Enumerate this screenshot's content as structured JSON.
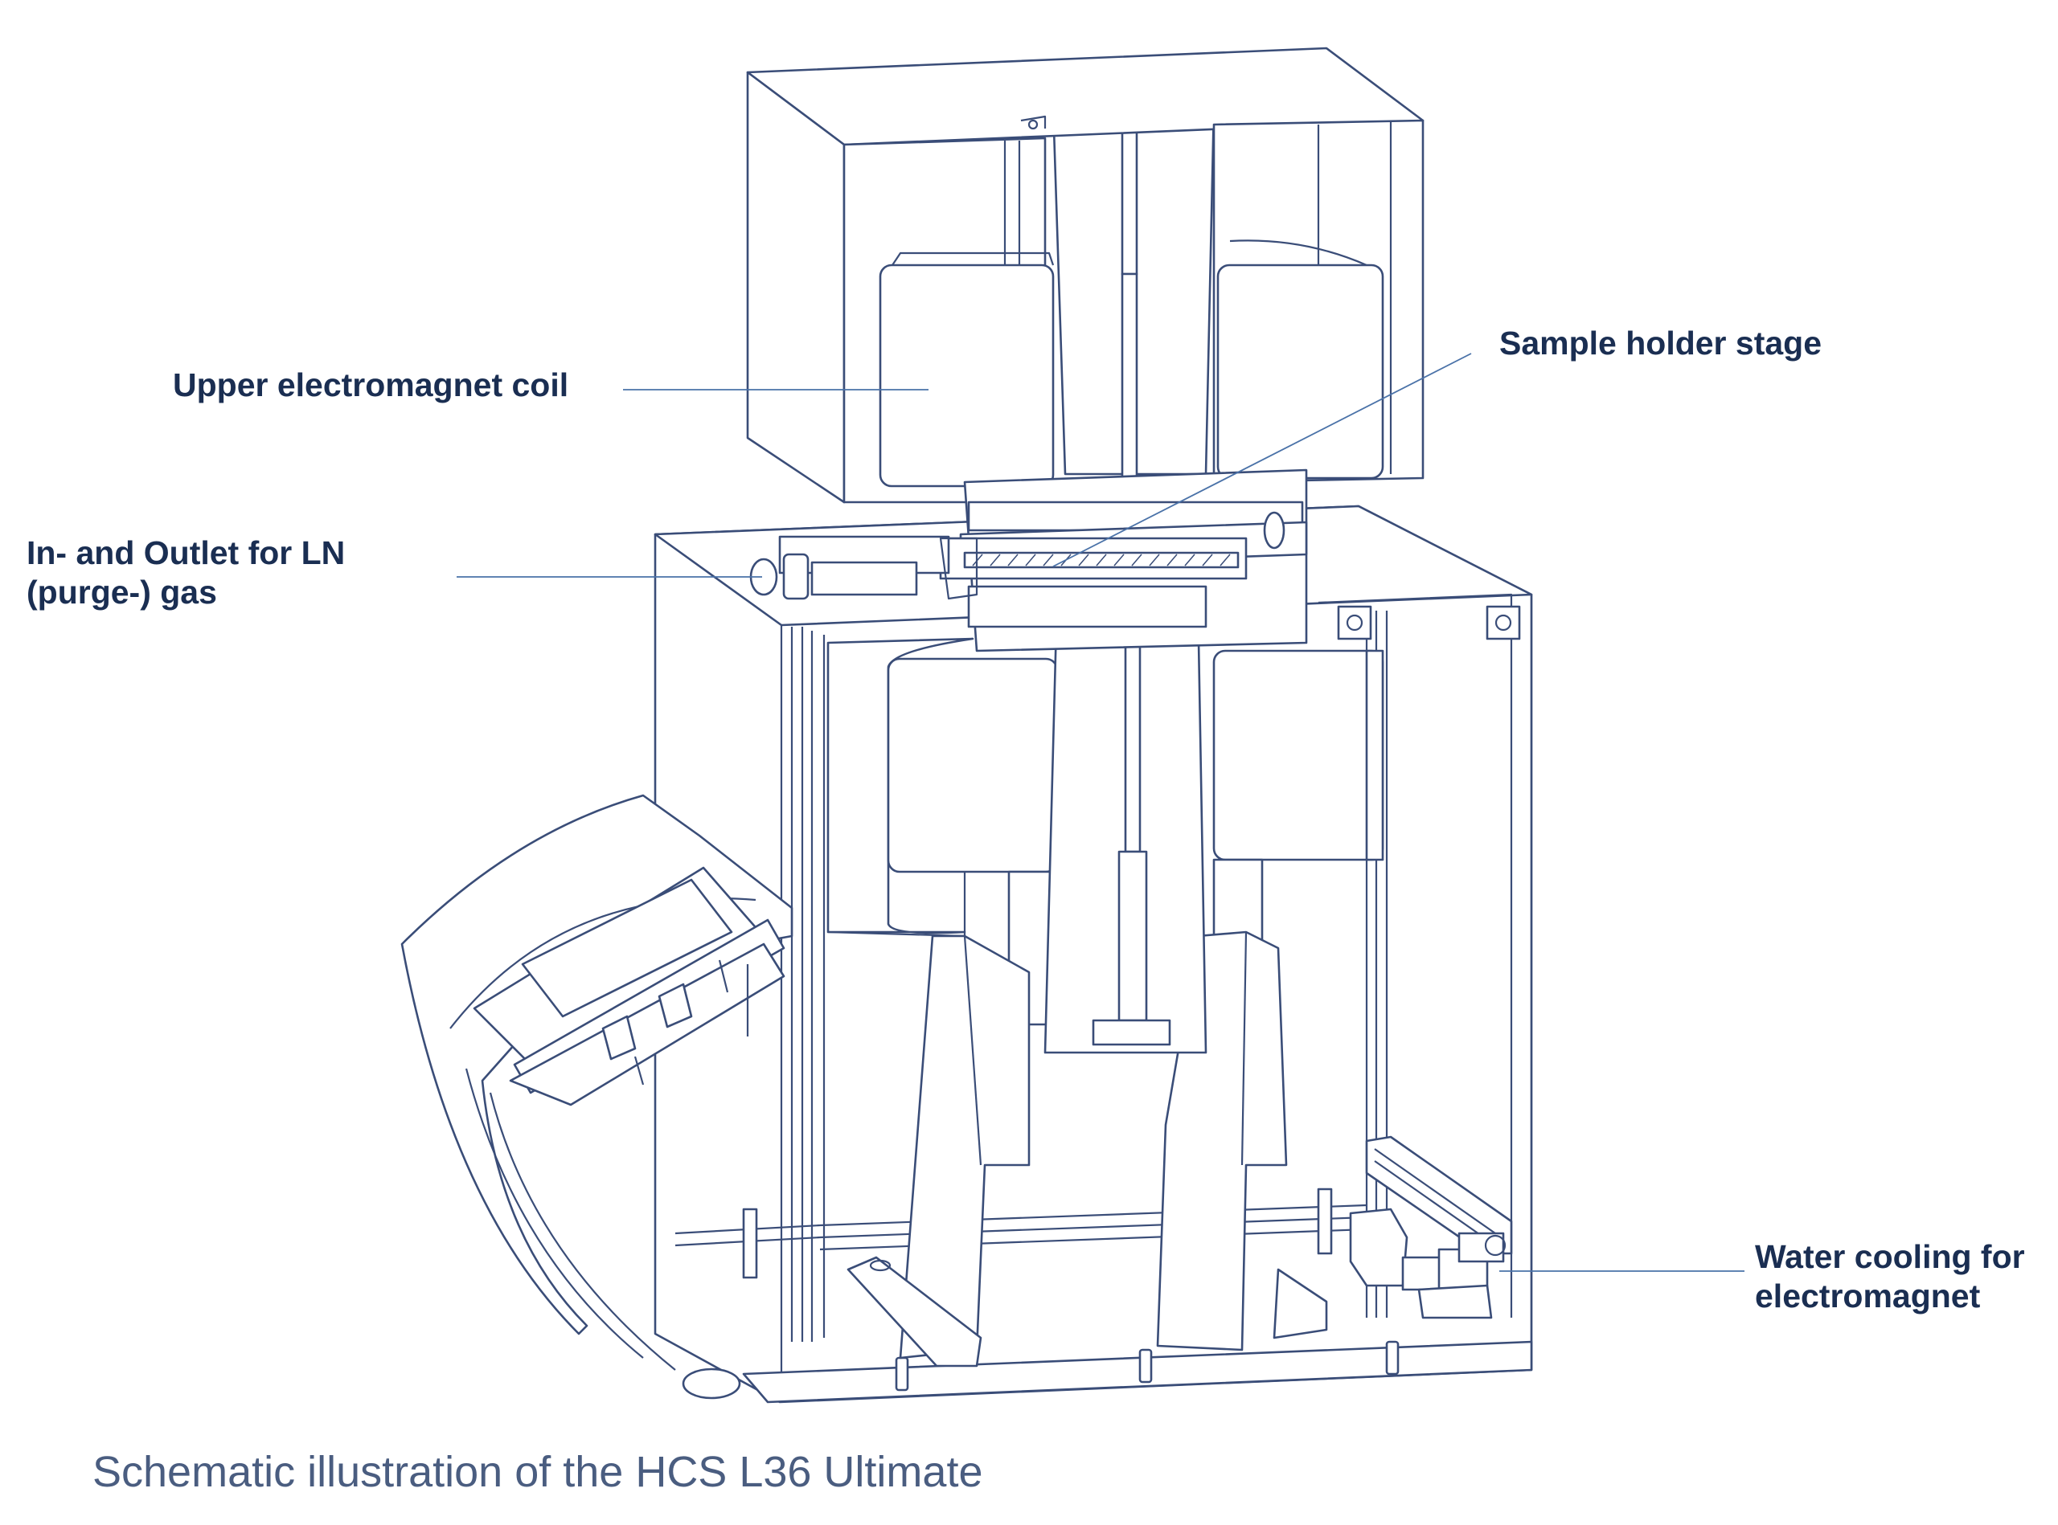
{
  "labels": {
    "upper_coil": "Upper electromagnet coil",
    "sample_stage": "Sample holder stage",
    "ln_gas": "In- and Outlet for LN\n(purge-) gas",
    "water_cooling": "Water cooling for\nelectromagnet"
  },
  "caption": "Schematic illustration of the HCS L36 Ultimate",
  "colors": {
    "line": "#3a4d78",
    "label": "#1a2e52",
    "leader": "#4a72a8",
    "caption": "#4a5d80"
  }
}
